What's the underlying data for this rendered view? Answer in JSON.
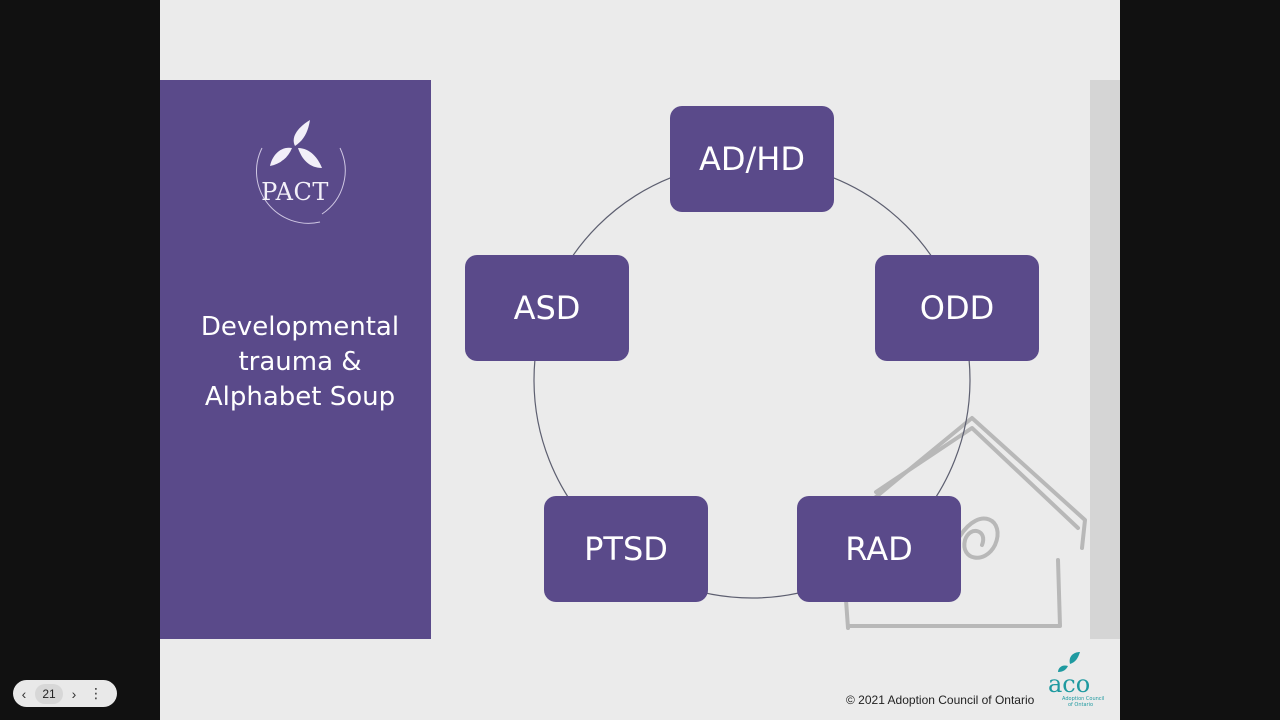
{
  "slide": {
    "logo_text": "PACT",
    "title_lines": [
      "Developmental",
      "trauma &",
      "Alphabet Soup"
    ],
    "nodes": [
      "AD/HD",
      "ODD",
      "RAD",
      "PTSD",
      "ASD"
    ],
    "footer": {
      "copyright": "© 2021 Adoption Council of Ontario",
      "aco_logo_text": "aco",
      "aco_subtext": [
        "Adoption Council",
        "of Ontario"
      ]
    },
    "colors": {
      "panel": "#5a4a8a",
      "background": "#ebebeb",
      "aco_teal": "#1f9aa0"
    }
  },
  "viewer": {
    "page_number": "21",
    "prev_icon": "chevron-left-icon",
    "next_icon": "chevron-right-icon",
    "more_icon": "more-vertical-icon"
  }
}
